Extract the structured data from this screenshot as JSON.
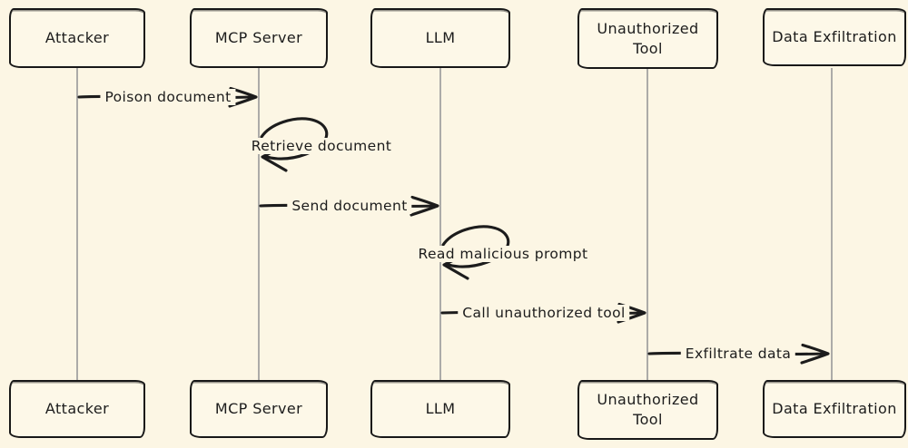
{
  "diagram": {
    "type": "sequence-diagram",
    "style": "hand-drawn",
    "actors": [
      {
        "id": "attacker",
        "label": "Attacker"
      },
      {
        "id": "mcp-server",
        "label": "MCP Server"
      },
      {
        "id": "llm",
        "label": "LLM"
      },
      {
        "id": "unauthorized-tool",
        "label": "Unauthorized Tool"
      },
      {
        "id": "data-exfiltration",
        "label": "Data Exfiltration"
      }
    ],
    "messages": [
      {
        "from": "Attacker",
        "to": "MCP Server",
        "label": "Poison document",
        "kind": "arrow"
      },
      {
        "from": "MCP Server",
        "to": "MCP Server",
        "label": "Retrieve document",
        "kind": "self-loop"
      },
      {
        "from": "MCP Server",
        "to": "LLM",
        "label": "Send document",
        "kind": "arrow"
      },
      {
        "from": "LLM",
        "to": "LLM",
        "label": "Read malicious prompt",
        "kind": "self-loop"
      },
      {
        "from": "LLM",
        "to": "Unauthorized Tool",
        "label": "Call unauthorized tool",
        "kind": "arrow"
      },
      {
        "from": "Unauthorized Tool",
        "to": "Data Exfiltration",
        "label": "Exfiltrate data",
        "kind": "arrow"
      }
    ],
    "colors": {
      "background": "#FCF6E4",
      "box_fill": "#FDF8E8",
      "stroke": "#1c1c1c",
      "lifeline": "#9e9e9e",
      "text": "#1c1c1c"
    }
  }
}
